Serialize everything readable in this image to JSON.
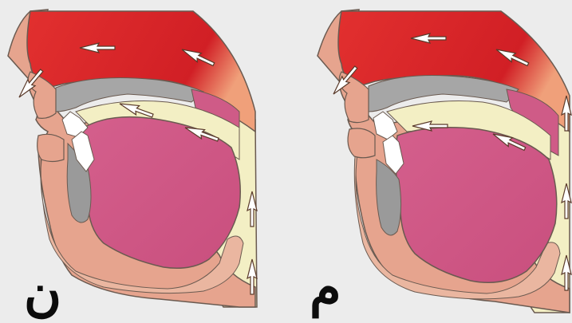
{
  "panels": [
    {
      "id": "left",
      "letter": "ن"
    },
    {
      "id": "right",
      "letter": "م"
    }
  ],
  "colors": {
    "background": "#ececec",
    "nasal_cavity": "#d8262c",
    "nasal_cavity_dark": "#b5141c",
    "skin": "#e6a48e",
    "skin_light": "#f0c2b0",
    "palate": "#a6a6a6",
    "oral_air": "#f3efc4",
    "tongue": "#cf5b87",
    "tongue_light": "#e583ab",
    "teeth": "#ffffff",
    "outline": "#6a5a50",
    "letter": "#0c0c0c"
  },
  "icons": [
    "airflow-arrow-icon"
  ]
}
